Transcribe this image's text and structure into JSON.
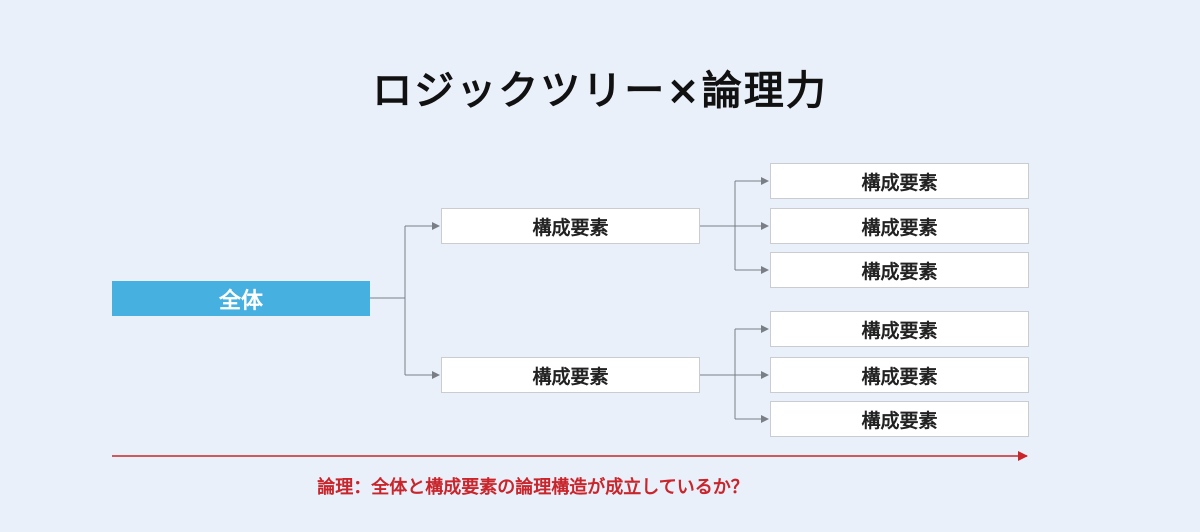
{
  "title": "ロジックツリー×論理力",
  "root": "全体",
  "level1": [
    "構成要素",
    "構成要素"
  ],
  "level2": [
    "構成要素",
    "構成要素",
    "構成要素",
    "構成要素",
    "構成要素",
    "構成要素"
  ],
  "note": "論理：全体と構成要素の論理構造が成立しているか？",
  "colors": {
    "background": "#e9f0fa",
    "root": "#46b1e1",
    "note": "#c9252b",
    "connector": "#7a7f86"
  }
}
